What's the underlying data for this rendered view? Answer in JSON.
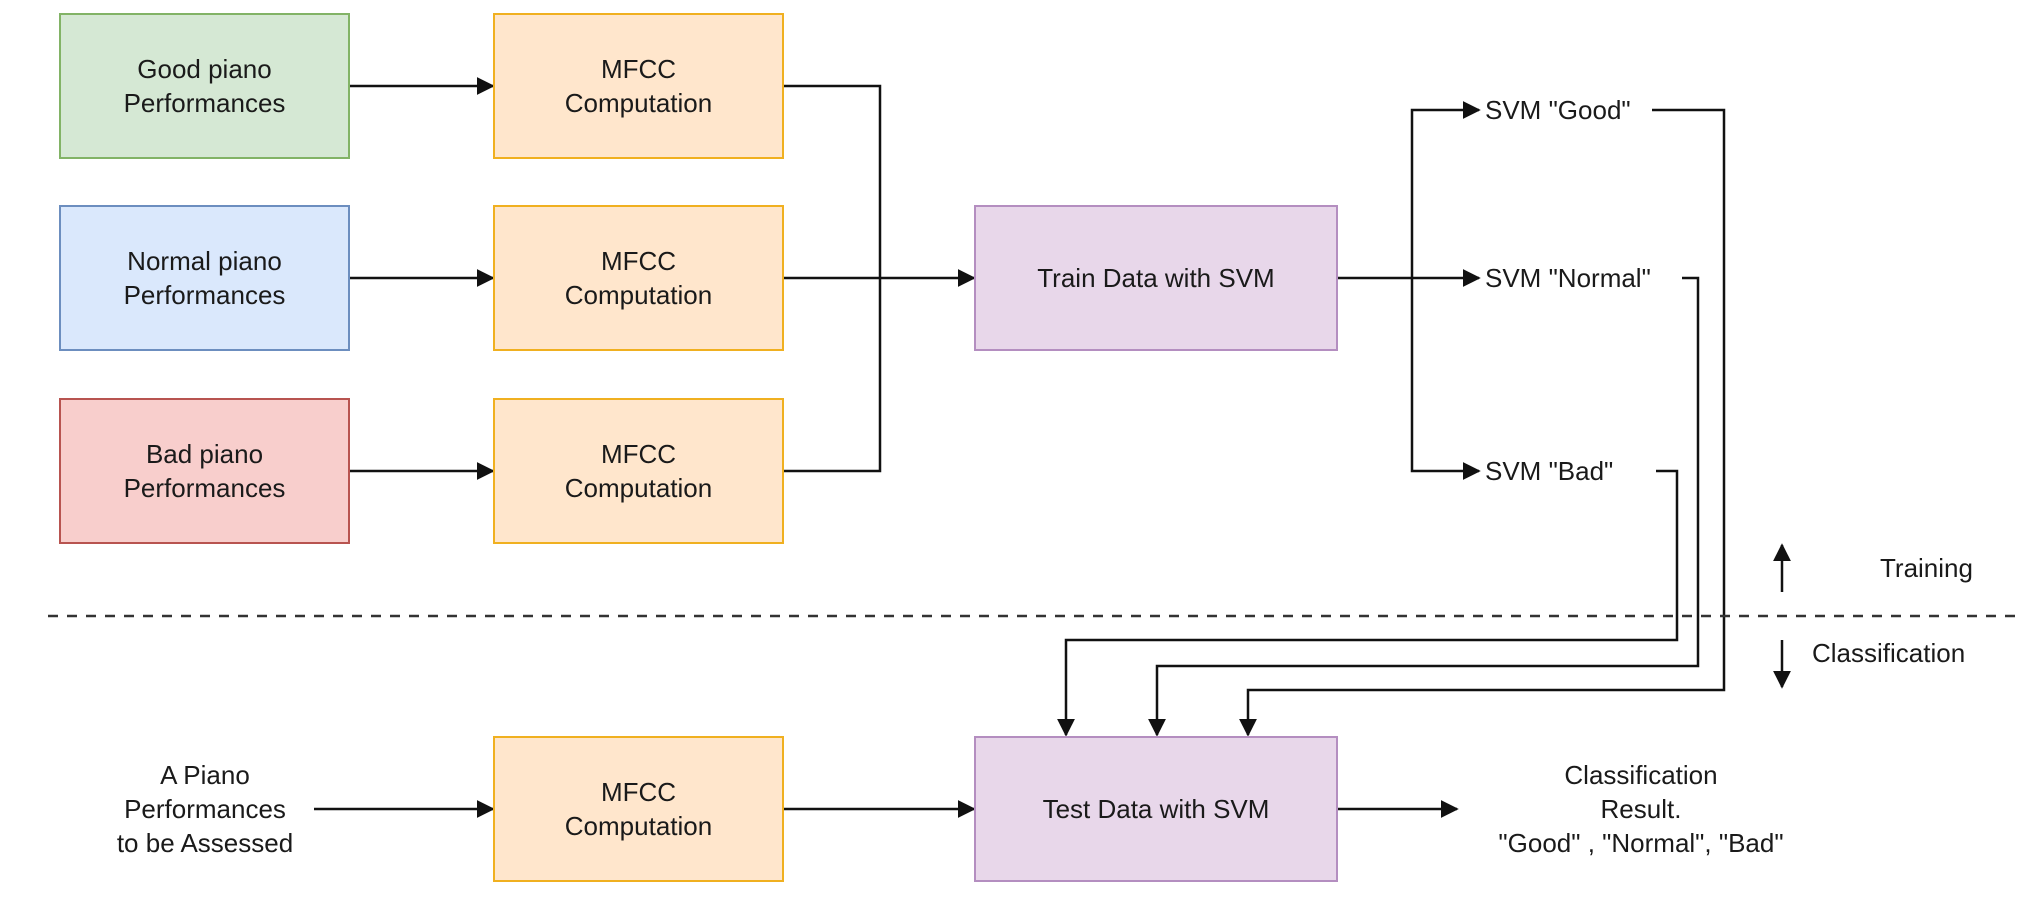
{
  "inputs": {
    "good": "Good piano\nPerformances",
    "normal": "Normal piano\nPerformances",
    "bad": "Bad piano\nPerformances",
    "assess": "A Piano\nPerformances\nto be Assessed"
  },
  "mfcc": {
    "label": "MFCC\nComputation"
  },
  "train": {
    "label": "Train Data with SVM"
  },
  "test": {
    "label": "Test Data with SVM"
  },
  "svm": {
    "good": "SVM \"Good\"",
    "normal": "SVM \"Normal\"",
    "bad": "SVM \"Bad\""
  },
  "phases": {
    "training": "Training",
    "classification": "Classification"
  },
  "result": {
    "label": "Classification\nResult.\n\"Good\" , \"Normal\", \"Bad\""
  },
  "colors": {
    "line": "#111111"
  }
}
